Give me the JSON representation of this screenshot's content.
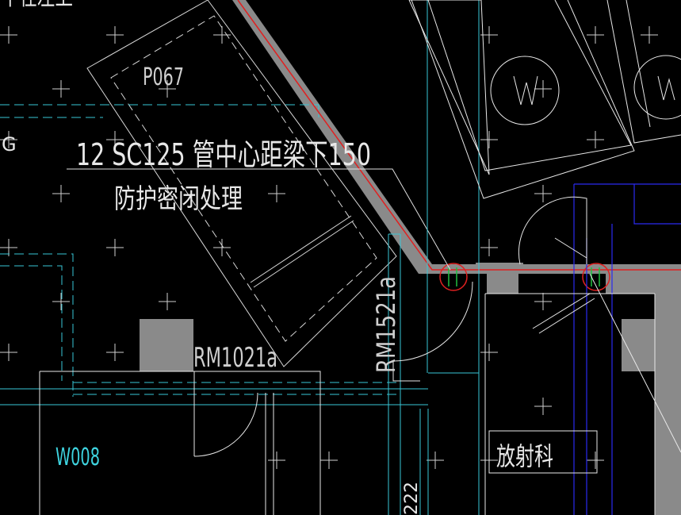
{
  "annotations": {
    "note_line1": "12 SC125 管中心距梁下150",
    "note_line2": "防护密闭处理"
  },
  "labels": {
    "room_p": "P067",
    "door_rm1021": "RM1021a",
    "door_rm1521": "RM1521a",
    "window_w008": "W008",
    "dept": "放射科",
    "top_left_fragment": "下在左上",
    "bottom_fragment": "222",
    "small_mark_left": "G"
  },
  "colors": {
    "background": "#000000",
    "line_white": "#e8e8e8",
    "line_cyan": "#39c6d6",
    "line_blue": "#2a2af0",
    "line_red": "#e02020",
    "line_green": "#20c040",
    "wall_gray": "#8a8a8a",
    "text_cyan": "#3ed3df"
  }
}
